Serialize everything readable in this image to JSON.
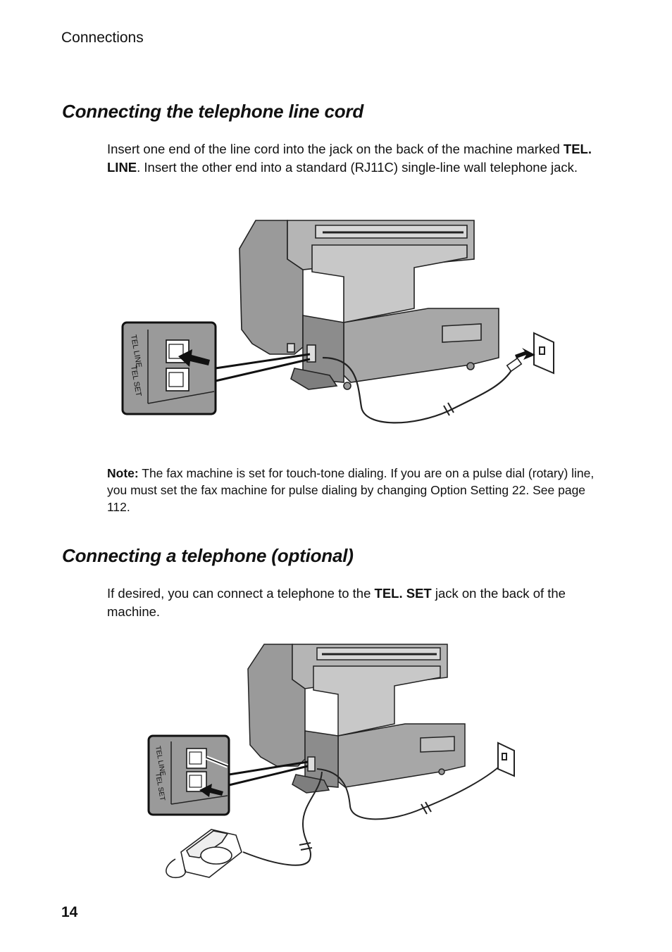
{
  "header": {
    "running_head": "Connections"
  },
  "section1": {
    "title": "Connecting the telephone line cord",
    "para_part1": "Insert one end of the line cord into the jack on the back of the machine marked ",
    "para_bold": "TEL. LINE",
    "para_part2": ". Insert the other end into a standard (RJ11C) single-line wall telephone jack."
  },
  "figure1": {
    "jack_label_top": "TEL LINE",
    "jack_label_bottom": "TEL SET"
  },
  "note": {
    "label": "Note:",
    "text": " The fax machine is set for touch-tone dialing. If you are on a pulse dial (rotary) line, you must set the fax machine for pulse dialing by changing Option Setting 22. See page 112."
  },
  "section2": {
    "title": "Connecting a telephone (optional)",
    "para_part1": "If desired, you can connect a telephone to the ",
    "para_bold": "TEL. SET",
    "para_part2": " jack on the back of the machine."
  },
  "figure2": {
    "jack_label_top": "TEL LINE",
    "jack_label_bottom": "TEL SET"
  },
  "footer": {
    "page_number": "14"
  }
}
